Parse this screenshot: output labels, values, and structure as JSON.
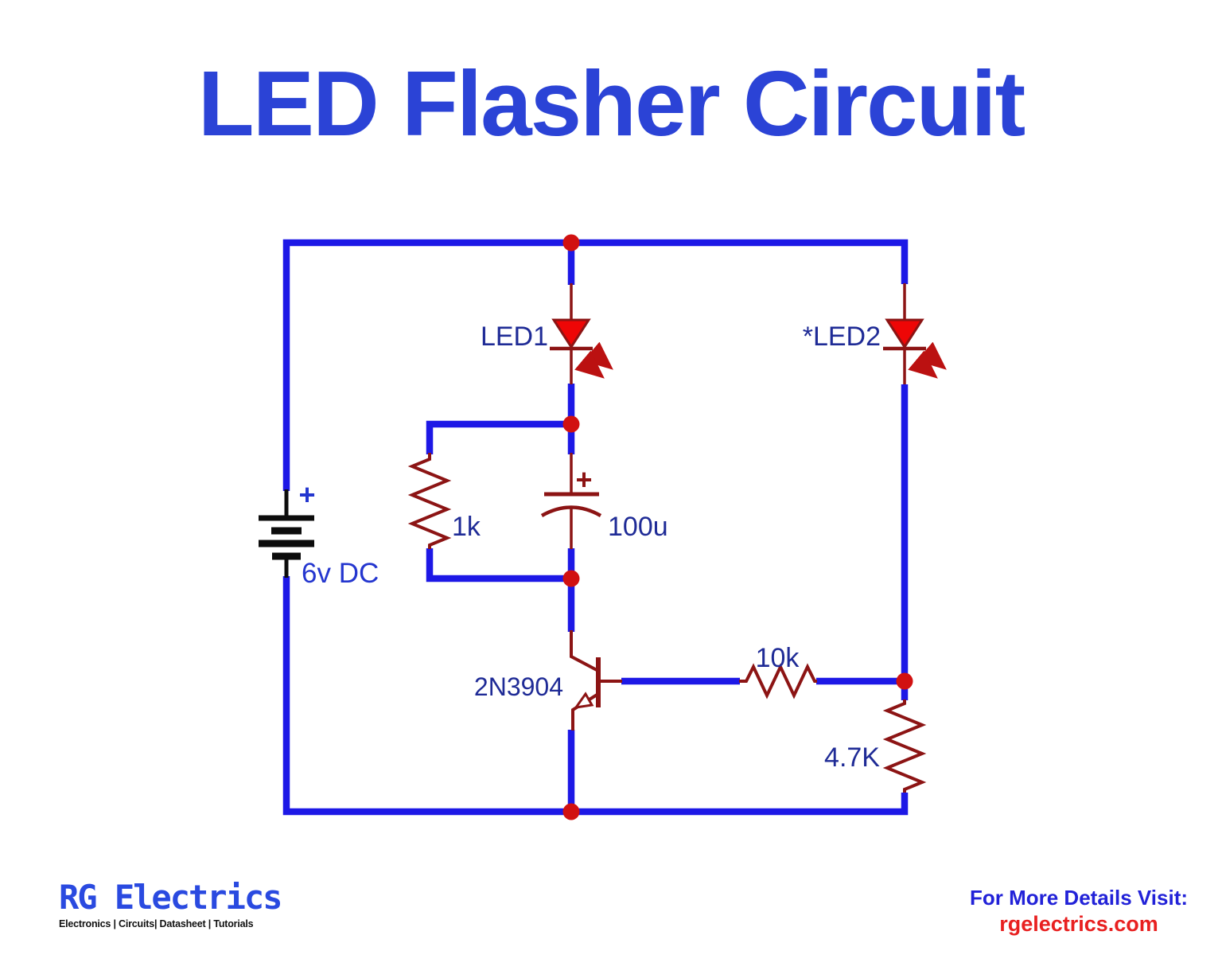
{
  "title": "LED Flasher Circuit",
  "circuit": {
    "battery": {
      "value": "6v DC",
      "polarity": "+"
    },
    "led1": {
      "name": "LED1"
    },
    "led2": {
      "name": "*LED2"
    },
    "resistor_r1": {
      "value": "1k"
    },
    "capacitor_c1": {
      "value": "100u",
      "polarity": "+"
    },
    "transistor_q1": {
      "part": "2N3904"
    },
    "resistor_r2": {
      "value": "10k"
    },
    "resistor_r3": {
      "value": "4.7K"
    }
  },
  "colors": {
    "title_blue": "#2b43d6",
    "wire_blue": "#1d18e6",
    "component_dark_red": "#8c1414",
    "led_fill_red": "#ee0606",
    "junction_red": "#d11111",
    "label_navy": "#1f2b96",
    "battery_label_blue": "#2436cf",
    "battery_black": "#0c0c0c",
    "footer_blue": "#2222d8",
    "footer_red": "#e82020",
    "brand_blue": "#2a4ae0"
  },
  "footer": {
    "brand": "RG Electrics",
    "brand_tagline": "Electronics | Circuits| Datasheet | Tutorials",
    "visit_label": "For More Details Visit:",
    "website": "rgelectrics.com"
  }
}
